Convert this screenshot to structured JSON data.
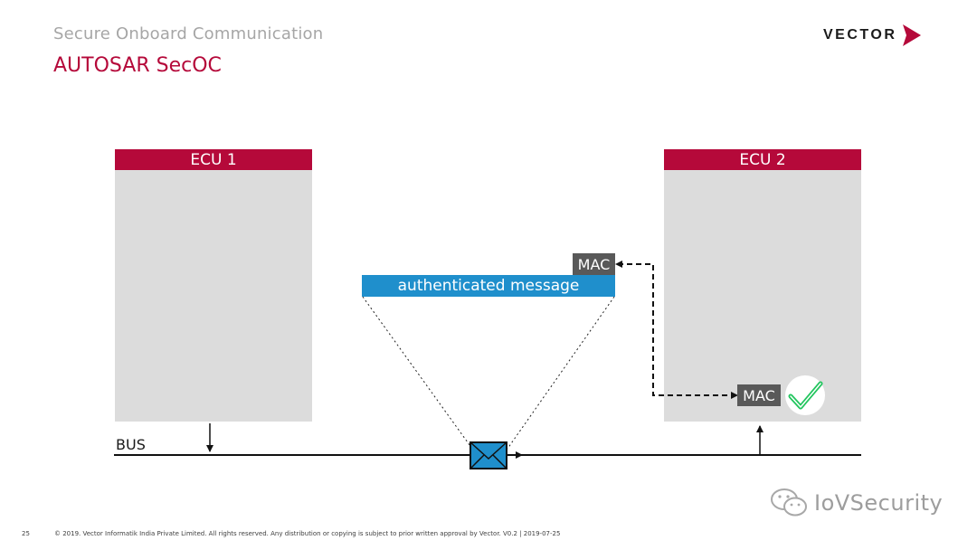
{
  "header": {
    "subtitle": "Secure Onboard Communication",
    "title": "AUTOSAR SecOC",
    "logo_text": "VECTOR"
  },
  "diagram": {
    "ecu1_label": "ECU 1",
    "ecu2_label": "ECU 2",
    "message_label": "authenticated message",
    "mac_sent_label": "MAC",
    "mac_computed_label": "MAC",
    "bus_label": "BUS",
    "verify_icon": "check-circle-icon",
    "message_icon": "envelope-icon"
  },
  "footer": {
    "page_number": "25",
    "copyright": "© 2019. Vector Informatik India Private Limited. All rights reserved. Any distribution or copying is subject to prior written approval by Vector. V0.2 | 2019-07-25"
  },
  "watermark": {
    "text": "IoVSecurity"
  },
  "colors": {
    "accent_red": "#b5093a",
    "message_blue": "#1f8fcc",
    "ecu_gray": "#dcdcdc",
    "mac_gray": "#595959",
    "check_green": "#22c55e"
  }
}
